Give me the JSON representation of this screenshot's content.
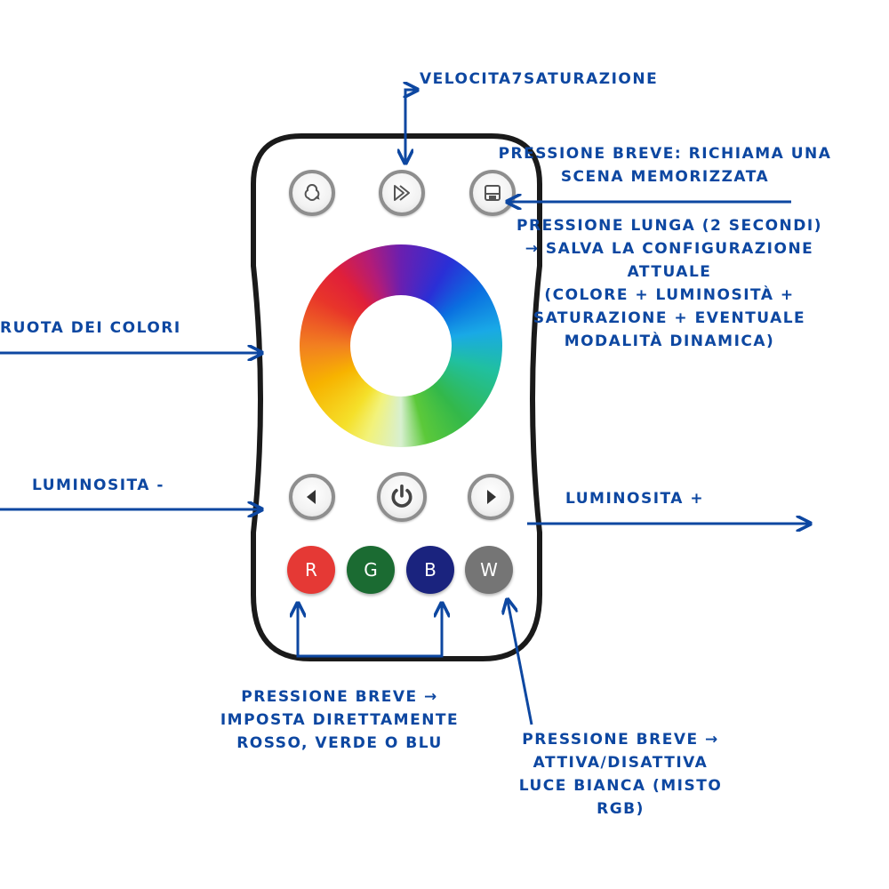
{
  "labels": {
    "speed_saturation": "Velocita7saturazione",
    "short_press_recall": "Pressione breve:  richiama una scena memorizzata",
    "long_press": [
      "Pressione lunga (2 secondi)",
      "→ salva la configurazione",
      "attuale",
      "(colore + luminosità +",
      "saturazione + eventuale",
      "modalità dinamica)"
    ],
    "color_wheel": "ruota dei colori",
    "brightness_down": "Luminosita -",
    "brightness_up": "luminosita +",
    "rgb_buttons": [
      "Pressione breve →",
      "imposta direttamente",
      "rosso, verde o blu"
    ],
    "white_button": [
      "Pressione breve →",
      "attiva/disattiva",
      "luce bianca (misto",
      "rgb)"
    ]
  },
  "buttons": {
    "r": "R",
    "g": "G",
    "b": "B",
    "w": "W"
  },
  "colors": {
    "annotation": "#0d47a1",
    "red": "#e53935",
    "green": "#1b6b32",
    "blue": "#1a237e",
    "white_btn": "#757575",
    "remote_border": "#1a1a1a"
  },
  "icons": [
    "scene-cycle-icon",
    "speed-play-icon",
    "save-memory-icon",
    "arrow-left-icon",
    "power-icon",
    "arrow-right-icon"
  ]
}
